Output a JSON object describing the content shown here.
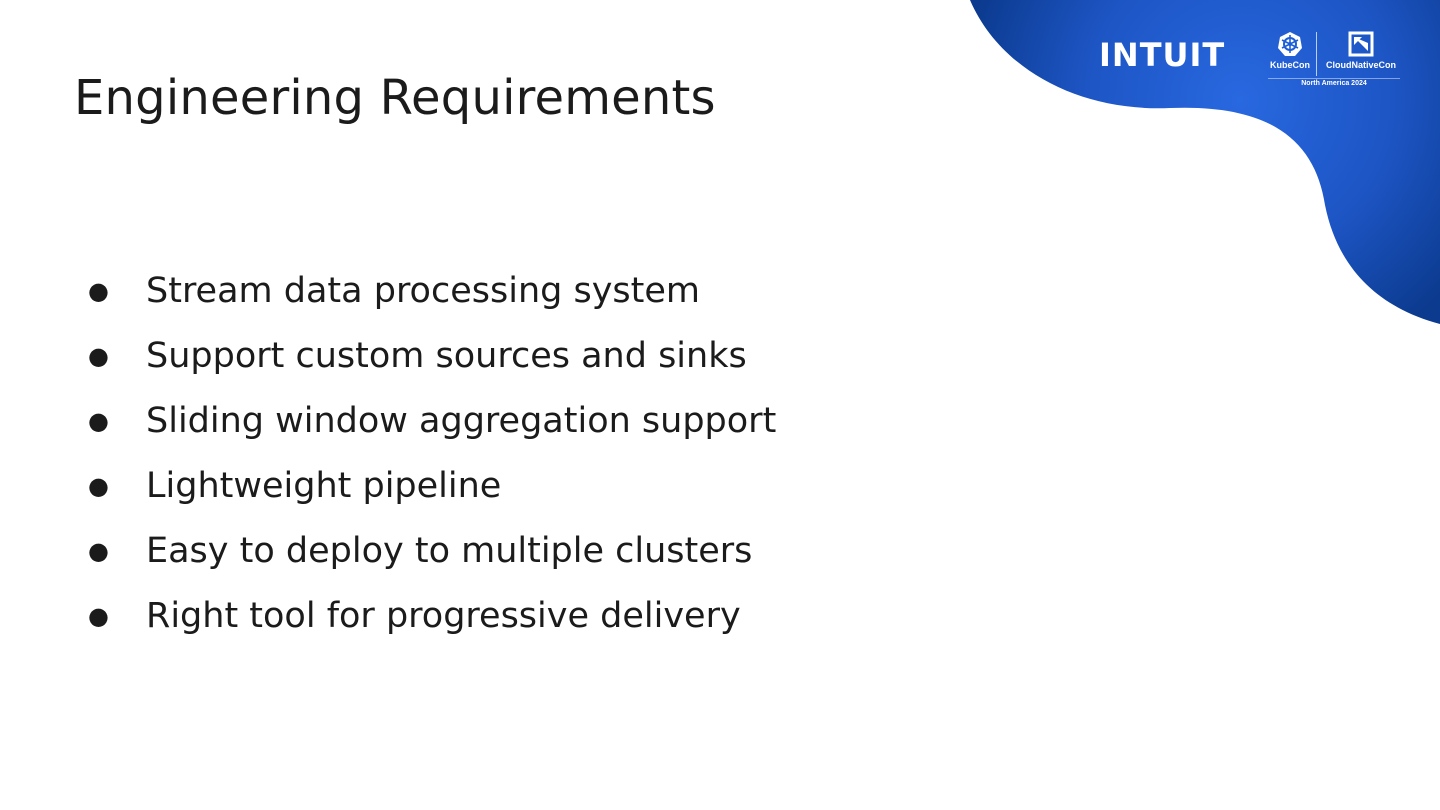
{
  "slide": {
    "title": "Engineering Requirements",
    "bullets": [
      "Stream data processing system",
      "Support custom sources and sinks",
      "Sliding window aggregation support",
      "Lightweight pipeline",
      "Easy to deploy to multiple clusters",
      "Right tool for progressive delivery"
    ],
    "bullet_symbol": "●"
  },
  "branding": {
    "company_logo": "INTUIT",
    "event_left": "KubeCon",
    "event_right": "CloudNativeCon",
    "event_subtitle": "North America 2024",
    "left_icon": "kubernetes-helm-icon",
    "right_icon": "cncf-icon"
  },
  "colors": {
    "accent_blue": "#1f5fd6",
    "accent_dark_blue": "#0a3a8c",
    "text": "#1b1b1b"
  }
}
